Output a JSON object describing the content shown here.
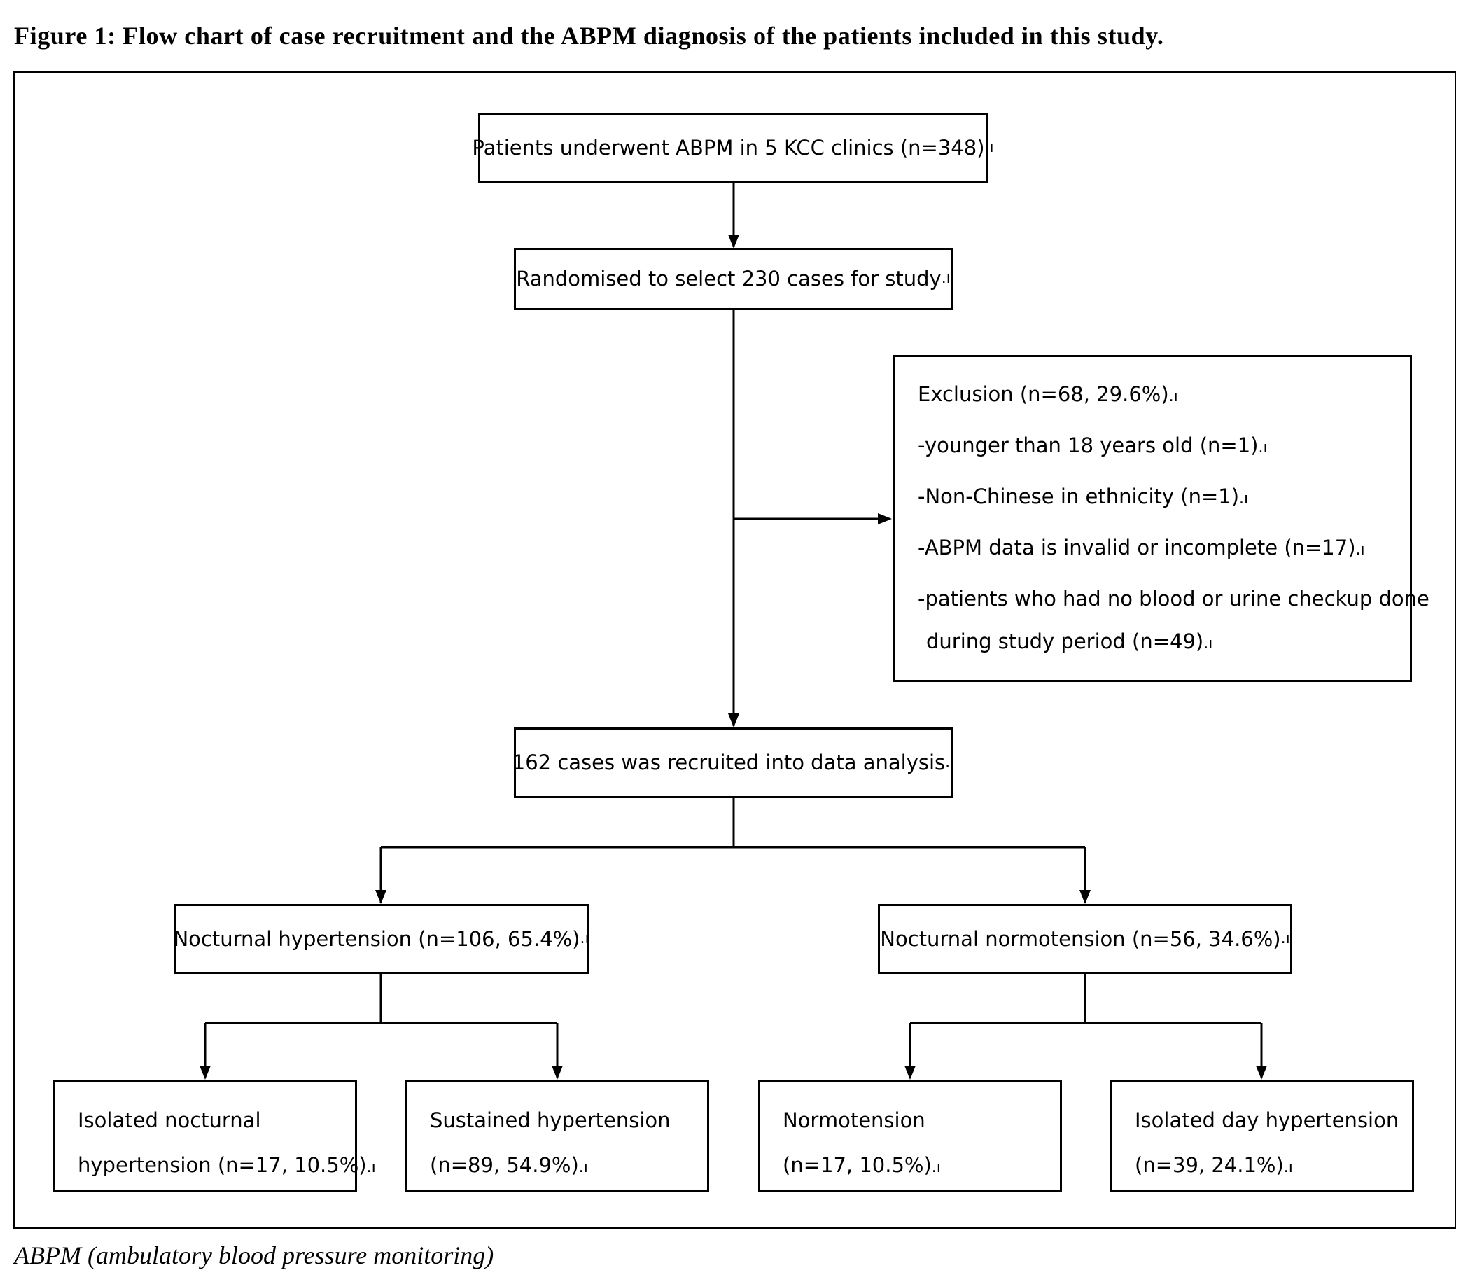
{
  "figure": {
    "title": "Figure 1: Flow chart of case recruitment and the ABPM diagnosis of the patients included in this study.",
    "caption": "ABPM (ambulatory blood pressure monitoring)",
    "para_mark": ".ı"
  },
  "nodes": {
    "underwent": "Patients underwent ABPM in 5 KCC clinics (n=348)",
    "randomised": "Randomised to select 230 cases for study",
    "exclusion": {
      "heading": "Exclusion (n=68, 29.6%)",
      "items": [
        "-younger than 18 years old (n=1)",
        "-Non-Chinese in ethnicity (n=1)",
        "-ABPM data is invalid or incomplete (n=17)",
        "-patients who had no blood or urine checkup done",
        "during study period (n=49)"
      ]
    },
    "recruited": "162 cases was recruited into data analysis",
    "nocturnal_hypertension": "Nocturnal hypertension (n=106, 65.4%)",
    "nocturnal_normotension": "Nocturnal normotension (n=56, 34.6%)",
    "isolated_nocturnal": {
      "line1": "Isolated nocturnal",
      "line2": "hypertension (n=17, 10.5%)"
    },
    "sustained": {
      "line1": "Sustained hypertension",
      "line2": "(n=89, 54.9%)"
    },
    "normotension": {
      "line1": "Normotension",
      "line2": "(n=17, 10.5%)"
    },
    "isolated_day": {
      "line1": "Isolated day hypertension",
      "line2": "(n=39, 24.1%)"
    }
  }
}
